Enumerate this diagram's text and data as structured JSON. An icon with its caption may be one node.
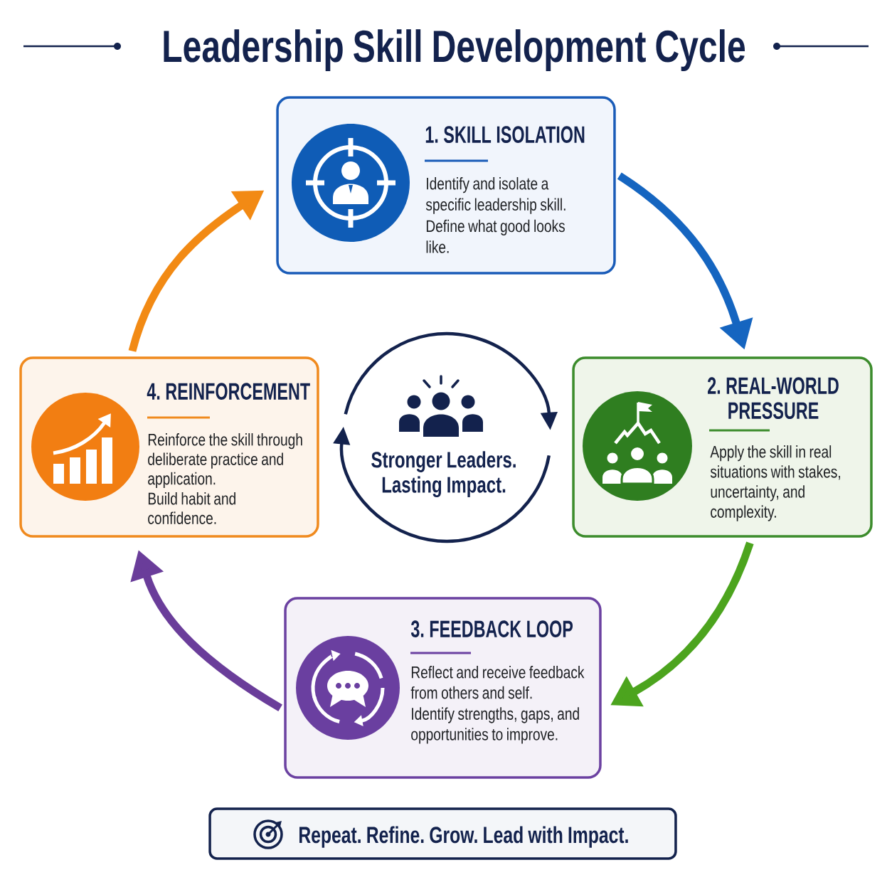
{
  "diagram": {
    "title": "Leadership Skill Development Cycle",
    "nodes": [
      {
        "text": [
          "1. SKILL ISOLATION",
          "Identify and isolate a specific leadership skill.",
          "Define what good looks like."
        ]
      },
      {
        "text": [
          "2. REAL-WORLD PRESSURE",
          "Apply the skill in real situations with stakes, uncertainty, and complexity."
        ]
      },
      {
        "text": [
          "3. FEEDBACK LOOP",
          "Reflect and receive feedback from others and self.",
          "Identify strengths, gaps, and opportunities to improve."
        ]
      },
      {
        "text": [
          "4. REINFORCEMENT",
          "Reinforce the skill through deliberate practice and application.",
          "Build habit and confidence."
        ]
      },
      {
        "text": [
          "Stronger Leaders. Lasting Impact."
        ]
      },
      {
        "text": [
          "Repeat. Refine. Grow. Lead with Impact."
        ]
      }
    ],
    "edges": [
      {
        "from": 0,
        "to": 1,
        "arrow": "to",
        "color": "#1565c0"
      },
      {
        "from": 1,
        "to": 2,
        "arrow": "to",
        "color": "#4ca41e"
      },
      {
        "from": 2,
        "to": 3,
        "arrow": "to",
        "color": "#6a3d9a"
      },
      {
        "from": 3,
        "to": 0,
        "arrow": "to",
        "color": "#f28a14"
      }
    ]
  }
}
